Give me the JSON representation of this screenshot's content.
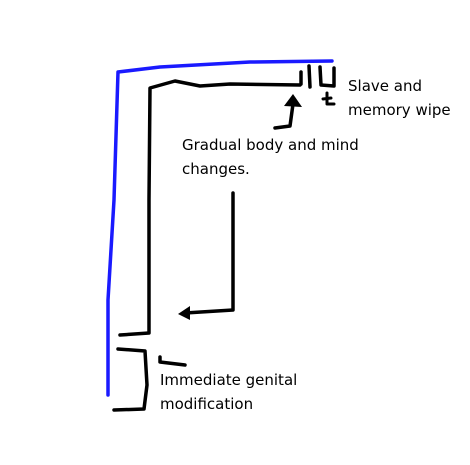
{
  "colors": {
    "outer_path": "#1a1aff",
    "inner_path": "#000000",
    "text": "#000000",
    "background": "#ffffff"
  },
  "labels": {
    "slave_memory": {
      "line1": "Slave and",
      "line2": "memory wipe"
    },
    "gradual": {
      "line1": "Gradual body and mind",
      "line2": "changes."
    },
    "genital": {
      "line1": "Immediate genital",
      "line2": "modification"
    }
  }
}
